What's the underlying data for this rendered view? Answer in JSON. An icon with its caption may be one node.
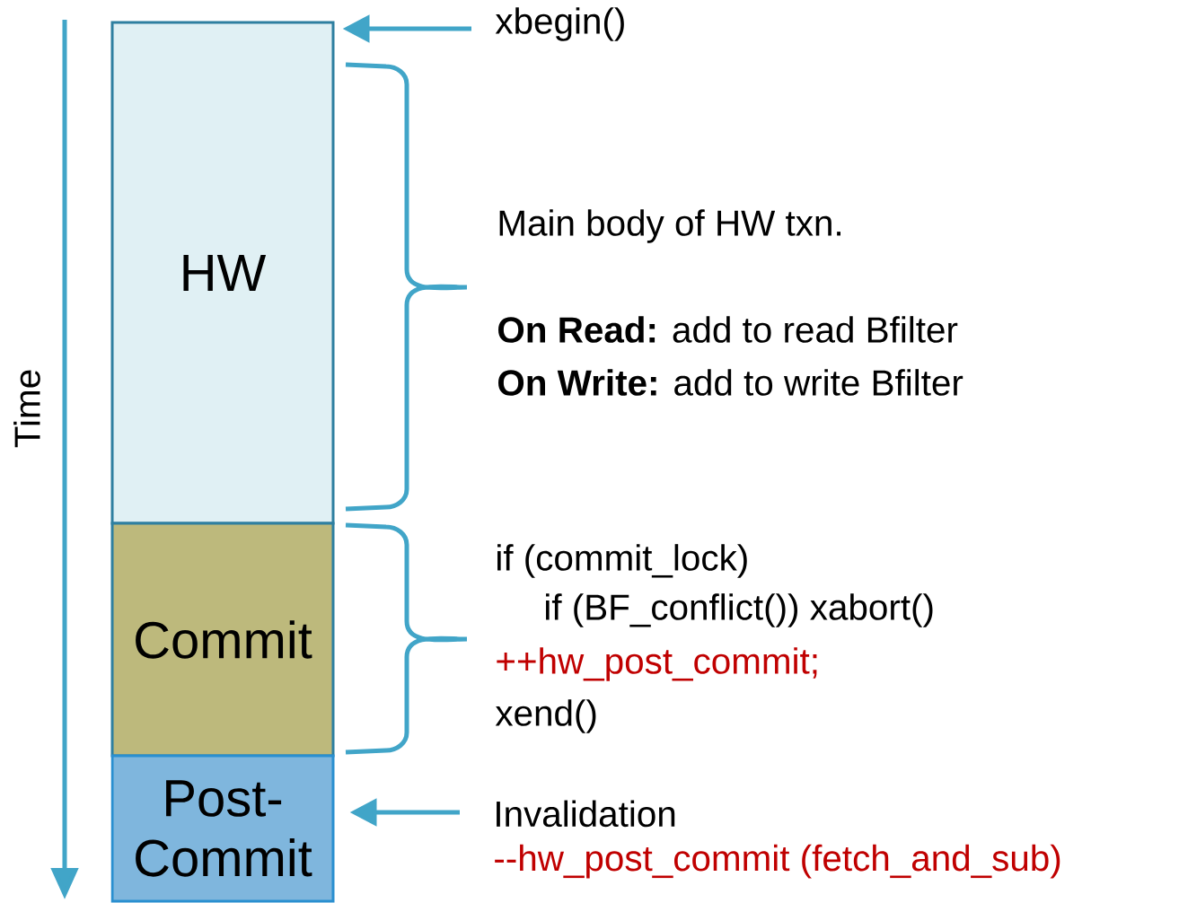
{
  "diagram": {
    "nodes": [
      {
        "text": [
          "HW"
        ]
      },
      {
        "text": [
          "Commit"
        ]
      },
      {
        "text": [
          "Post-Commit"
        ]
      },
      {
        "text": [
          "xbegin()"
        ]
      },
      {
        "text": [
          "Invalidation",
          "--hw_post_commit (fetch_and_sub)"
        ]
      }
    ],
    "edges": [
      {
        "from": 3,
        "to": 0,
        "arrow": "to"
      },
      {
        "from": 4,
        "to": 2,
        "arrow": "to"
      }
    ],
    "labels": [
      "Time",
      "Main body of HW txn.",
      "**On Read:** add to read Bfilter",
      "**On Write:** add to write Bfilter",
      "if (commit_lock)",
      "if (BF_conflict()) xabort()",
      "++hw_post_commit;",
      "xend()"
    ]
  }
}
